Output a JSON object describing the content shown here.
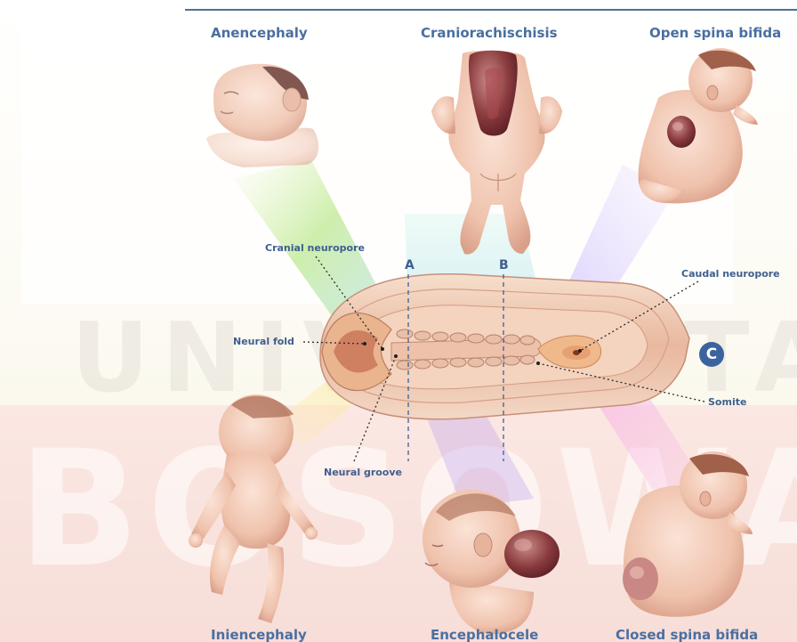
{
  "conditions": {
    "anencephaly": "Anencephaly",
    "craniorachischisis": "Craniorachischisis",
    "open_spina_bifida": "Open spina bifida",
    "iniencephaly": "Iniencephaly",
    "encephalocele": "Encephalocele",
    "closed_spina_bifida": "Closed spina bifida"
  },
  "anatomy_labels": {
    "cranial_neuropore": "Cranial neuropore",
    "caudal_neuropore": "Caudal neuropore",
    "neural_fold": "Neural fold",
    "neural_groove": "Neural groove",
    "somite": "Somite"
  },
  "section_lines": {
    "a": "A",
    "b": "B"
  },
  "panel_badge": "C",
  "watermark": {
    "line1": "UNIVERSITAS",
    "line2": "BOSOWA"
  },
  "colors": {
    "heading": "#4a6fa0",
    "label": "#3f5f8e",
    "badge": "#3b63a0",
    "skin": "#f2cbb8",
    "tissue": "#7a2030"
  },
  "icons": {
    "embryo": "neural-tube-embryo-illustration",
    "infants": "infant-illustration"
  }
}
